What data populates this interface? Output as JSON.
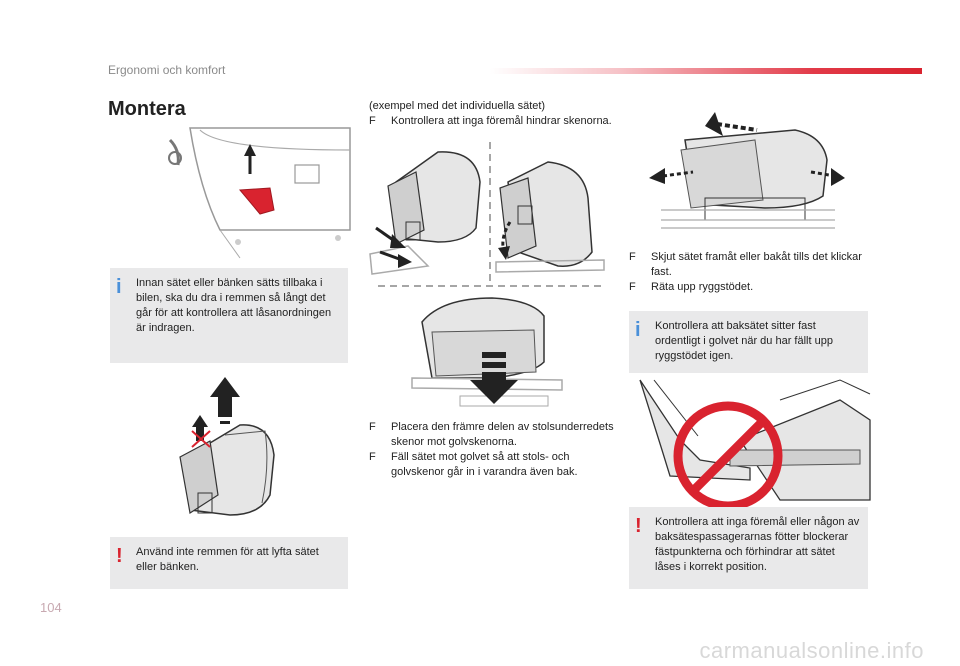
{
  "header": {
    "section": "Ergonomi och komfort",
    "accent": "#d9232f"
  },
  "title": "Montera",
  "col1": {
    "info_text": "Innan sätet eller bänken sätts tillbaka i bilen, ska du dra i remmen så långt det går för att kontrollera att låsanordningen är indragen.",
    "warn_text": "Använd inte remmen för att lyfta sätet eller bänken."
  },
  "col2": {
    "intro": "(exempel med det individuella sätet)",
    "bullet1": "Kontrollera att inga föremål hindrar skenorna.",
    "bullet2": "Placera den främre delen av stolsunderredets skenor mot golvskenorna.",
    "bullet3": "Fäll sätet mot golvet så att stols- och golvskenor går in i varandra även bak."
  },
  "col3": {
    "bullet1": "Skjut sätet framåt eller bakåt tills det klickar fast.",
    "bullet2": "Räta upp ryggstödet.",
    "info_text": "Kontrollera att baksätet sitter fast ordentligt i golvet när du har fällt upp ryggstödet igen.",
    "warn_text": "Kontrollera att inga föremål eller någon av baksätespassagerarnas fötter blockerar fästpunkterna och förhindrar att sätet låses i korrekt position."
  },
  "icons": {
    "bullet_marker": "checkbox-bullet-icon",
    "info": "info-icon",
    "warning": "warning-icon",
    "bullet_glyph": "F",
    "info_glyph": "i",
    "warn_glyph": "!"
  },
  "page_number": "104",
  "footer": "carmanualsonline.info"
}
